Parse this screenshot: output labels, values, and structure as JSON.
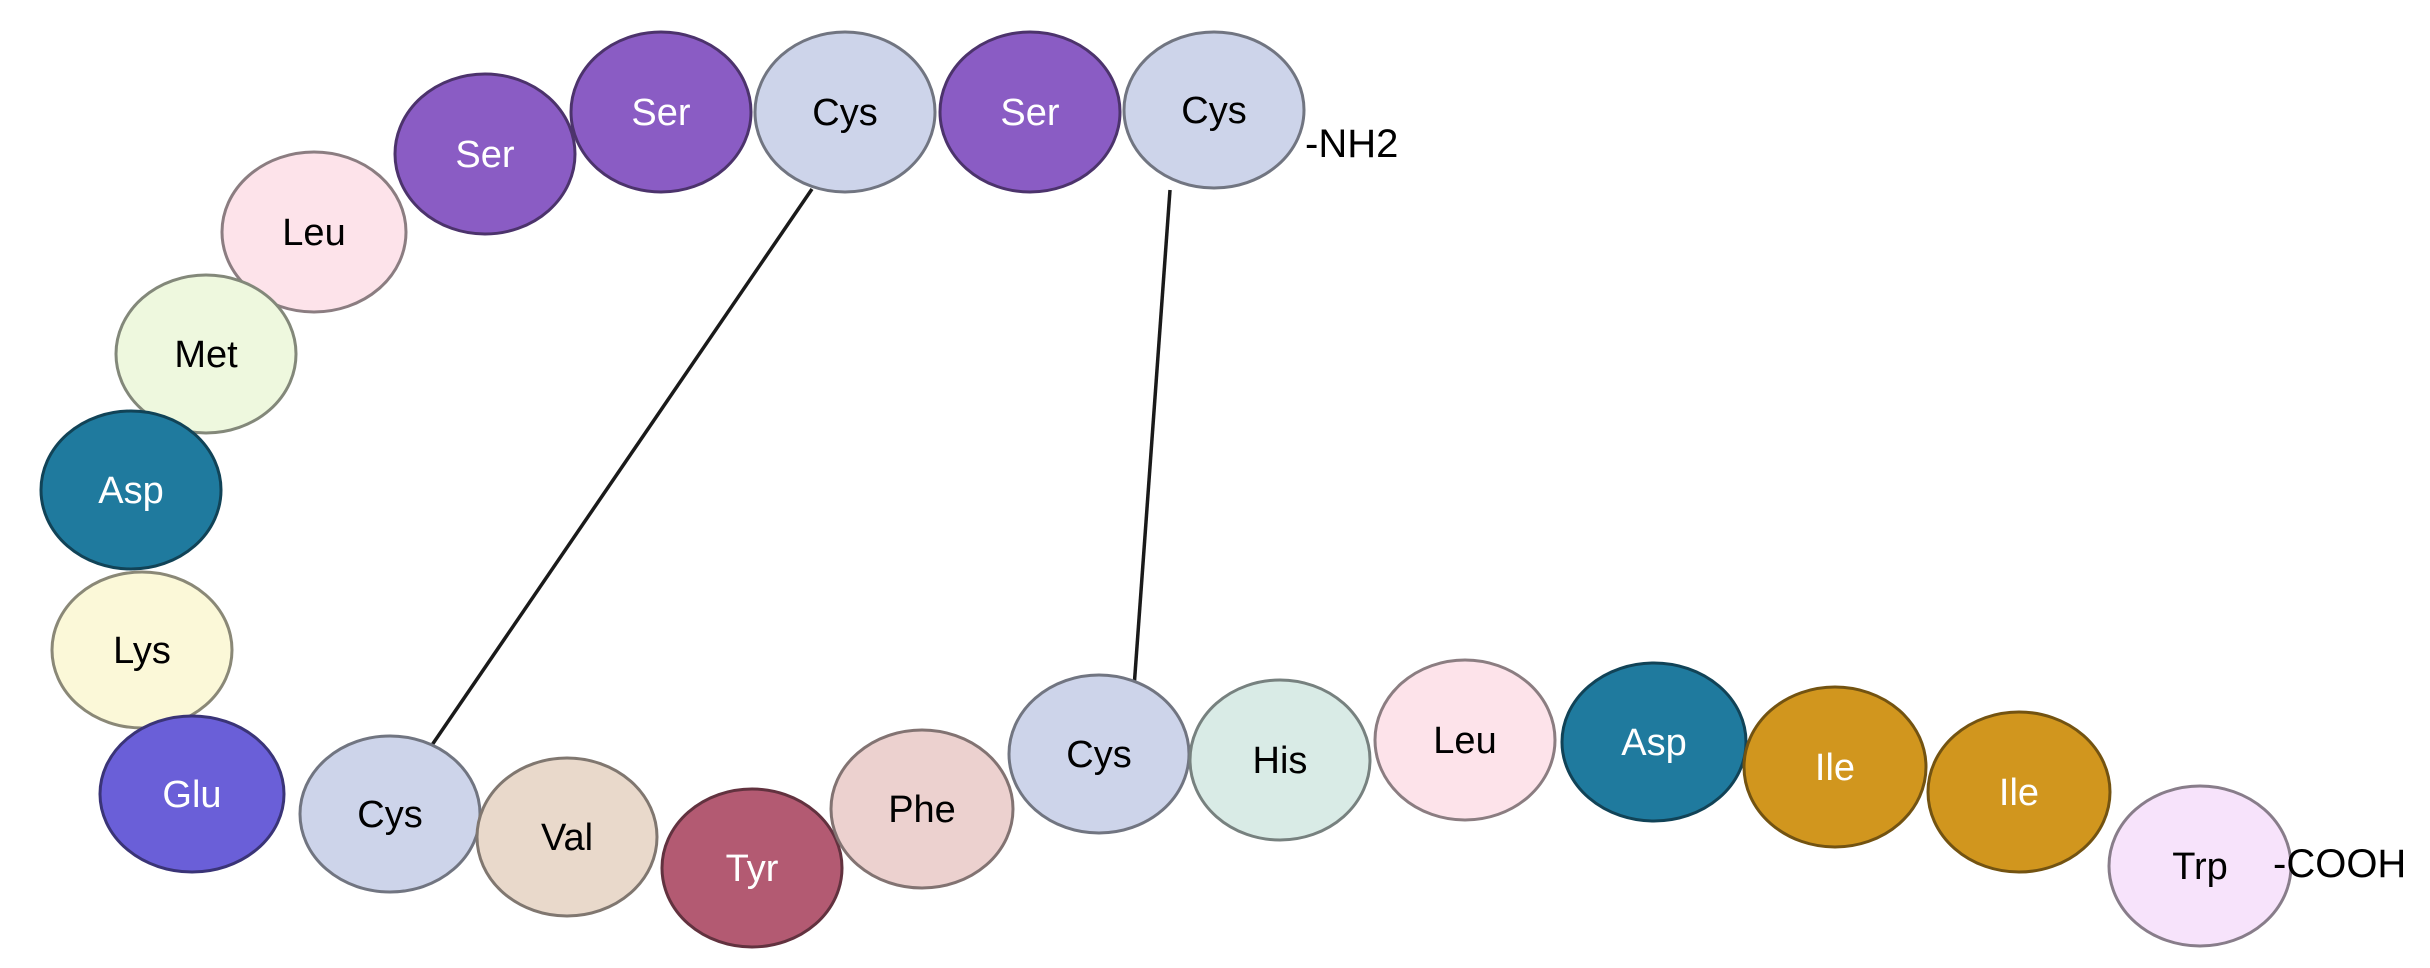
{
  "residues": [
    {
      "label": "Cys",
      "fill": "#cdd4ea",
      "text": "#000000"
    },
    {
      "label": "Ser",
      "fill": "#8a5cc4",
      "text": "#ffffff"
    },
    {
      "label": "Cys",
      "fill": "#cdd4ea",
      "text": "#000000"
    },
    {
      "label": "Ser",
      "fill": "#8a5cc4",
      "text": "#ffffff"
    },
    {
      "label": "Ser",
      "fill": "#8a5cc4",
      "text": "#ffffff"
    },
    {
      "label": "Leu",
      "fill": "#fde3ea",
      "text": "#000000"
    },
    {
      "label": "Met",
      "fill": "#eef8de",
      "text": "#000000"
    },
    {
      "label": "Asp",
      "fill": "#1f7a9e",
      "text": "#ffffff"
    },
    {
      "label": "Lys",
      "fill": "#fbf8d8",
      "text": "#000000"
    },
    {
      "label": "Glu",
      "fill": "#6a5fd8",
      "text": "#ffffff"
    },
    {
      "label": "Cys",
      "fill": "#cdd4ea",
      "text": "#000000"
    },
    {
      "label": "Val",
      "fill": "#e9d9cb",
      "text": "#000000"
    },
    {
      "label": "Tyr",
      "fill": "#b35a72",
      "text": "#ffffff"
    },
    {
      "label": "Phe",
      "fill": "#ecd1cf",
      "text": "#000000"
    },
    {
      "label": "Cys",
      "fill": "#cdd4ea",
      "text": "#000000"
    },
    {
      "label": "His",
      "fill": "#d9ebe6",
      "text": "#000000"
    },
    {
      "label": "Leu",
      "fill": "#fde3ea",
      "text": "#000000"
    },
    {
      "label": "Asp",
      "fill": "#1f7a9e",
      "text": "#ffffff"
    },
    {
      "label": "Ile",
      "fill": "#d1961e",
      "text": "#ffffff"
    },
    {
      "label": "Ile",
      "fill": "#d1961e",
      "text": "#ffffff"
    },
    {
      "label": "Trp",
      "fill": "#f7e3fb",
      "text": "#000000"
    }
  ],
  "disulfide_bonds": [
    [
      2,
      10
    ],
    [
      0,
      14
    ]
  ],
  "n_terminus": "-NH2",
  "c_terminus": "-COOH"
}
